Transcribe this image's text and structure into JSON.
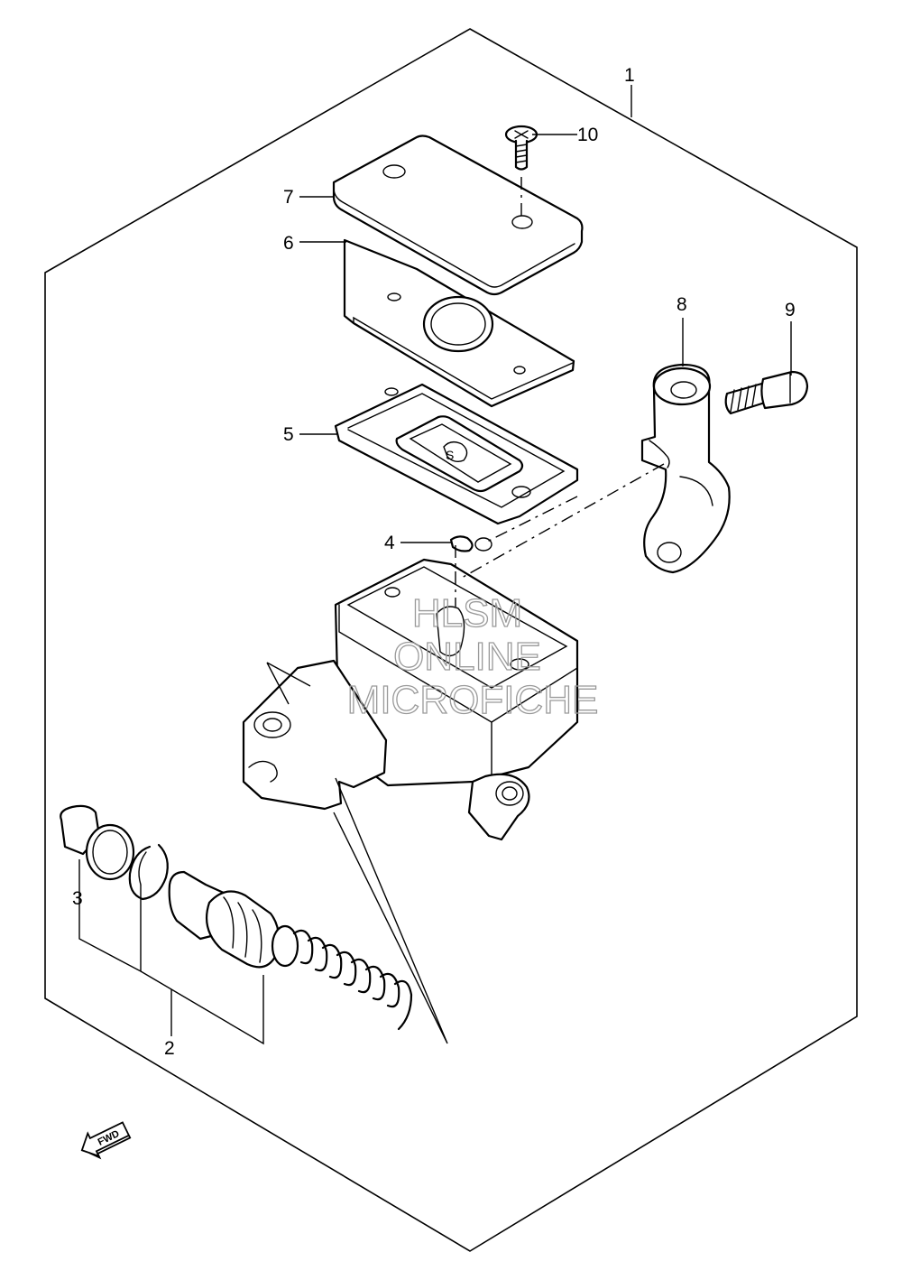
{
  "labels": {
    "p1": "1",
    "p2": "2",
    "p3": "3",
    "p4": "4",
    "p5": "5",
    "p6": "6",
    "p7": "7",
    "p8": "8",
    "p9": "9",
    "p10": "10"
  },
  "watermark": {
    "line1": "HLSM",
    "line2": "ONLINE",
    "line3": "MICROFICHE"
  },
  "direction_arrow": {
    "text": "FWD",
    "icon": "fwd-arrow-icon"
  },
  "colors": {
    "line": "#000000",
    "background": "#ffffff",
    "watermark": "#9a9a9a"
  }
}
